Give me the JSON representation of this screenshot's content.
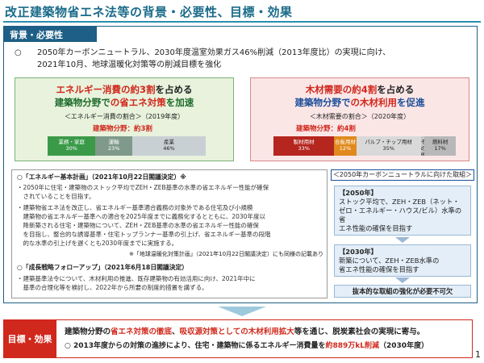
{
  "title": "改正建築物省エネ法等の背景・必要性、目標・効果",
  "background": {
    "tab": "背景・必要性",
    "intro_mark": "○",
    "intro_line1": "2050年カーボンニュートラル、2030年度温室効果ガス46%削減（2013年度比）の実現に向け、",
    "intro_line2": "2021年10月、地球温暖化対策等の削減目標を強化"
  },
  "energy_panel": {
    "head1_a": "エネルギー消費",
    "head1_b": "の約3割",
    "head1_c": "を占める",
    "head2_a": "建築物分野で",
    "head2_b": "の省エネ対策",
    "head2_c": "を加速",
    "sub": "＜エネルギー消費の割合＞（2019年度）",
    "pointer": "建築物分野：約3割",
    "segments": [
      {
        "label": "業務・家庭",
        "pct": "30%",
        "value": 30,
        "color": "#3a9a48"
      },
      {
        "label": "運輸",
        "pct": "23%",
        "value": 23,
        "color": "#7f9a8a"
      },
      {
        "label": "産業",
        "pct": "46%",
        "value": 46,
        "color": "#c8d0d4"
      }
    ]
  },
  "wood_panel": {
    "head1_a": "木材需要",
    "head1_b": "の約4割",
    "head1_c": "を占める",
    "head2_a": "建築物分野で",
    "head2_b": "の木材利用",
    "head2_c": "を促進",
    "sub": "＜木材需要の割合＞（2020年度）",
    "pointer": "建築物分野：約4割",
    "segments": [
      {
        "label": "製材用材",
        "pct": "33%",
        "value": 33,
        "color": "#b5261e"
      },
      {
        "label": "合板用材",
        "pct": "12%",
        "value": 12,
        "color": "#e08a1e"
      },
      {
        "label": "パルプ・チップ用材",
        "pct": "35%",
        "value": 35,
        "color": "#d9d9d9"
      },
      {
        "label": "その他用材",
        "pct": "2%",
        "value": 2,
        "color": "#c7c7c7"
      },
      {
        "label": "燃料材",
        "pct": "17%",
        "value": 17,
        "color": "#b8b8b8"
      }
    ]
  },
  "plan_box": {
    "h1": "○「エネルギー基本計画」（2021年10月22日閣議決定）※",
    "b1_l1": "・2050年に住宅・建築物のストック平均でZEH・ZEB基準の水準の省エネルギー性能が確保",
    "b1_l2": "　されていることを目指す。",
    "b2_l1": "・建築物省エネ法を改正し、省エネルギー基準適合義務の対象外である住宅及び小規模",
    "b2_l2": "　建築物の省エネルギー基準への適合を2025年度までに義務化するとともに、2030年度以",
    "b2_l3": "　降新築される住宅・建築物について、ZEH・ZEB基準の水準の省エネルギー性能の確保",
    "b2_l4": "　を目指し、整合的な誘導基準・住宅トップランナー基準の引上げ、省エネルギー基準の段階",
    "b2_l5": "　的な水準の引上げを遅くとも2030年度までに実施する。",
    "note": "※「地球温暖化対策計画」（2021年10月22日閣議決定）にも同様の記載あり",
    "h2": "○「成長戦略フォローアップ」（2021年6月18日閣議決定）",
    "b3_l1": "・建築基準法令について、木材利用の推進、既存建築物の有効活用に向け、2021年中に",
    "b3_l2": "　基準の合理化等を検討し、2022年から所要の制度的措置を講ずる。"
  },
  "roadmap": {
    "head": "＜2050年カーボンニュートラルに向けた取組＞",
    "box1_year": "【2050年】",
    "box1_l1": "ストック平均で、ZEH・ZEB（ネット・",
    "box1_l2": "ゼロ・エネルギー・ハウス/ビル）水準の省",
    "box1_l3": "エネ性能の確保を目指す",
    "box2_year": "【2030年】",
    "box2_l1": "新築について、ZEH・ZEB水準の",
    "box2_l2": "省エネ性能の確保を目指す",
    "box3": "抜本的な取組の強化が必要不可欠"
  },
  "goal": {
    "tab": "目標・効果",
    "l1_a": "建築物分野の",
    "l1_b": "省エネ対策の徹底",
    "l1_c": "、",
    "l1_d": "吸収源対策としての木材利用拡大",
    "l1_e": "等を通じ、脱炭素社会の実現に寄与。",
    "l2_a": "○ 2013年度からの対策の進捗により、住宅・建築物に係るエネルギー消費量を",
    "l2_b": "約889万kL削減",
    "l2_c": "（2030年度）"
  },
  "page_number": "1"
}
